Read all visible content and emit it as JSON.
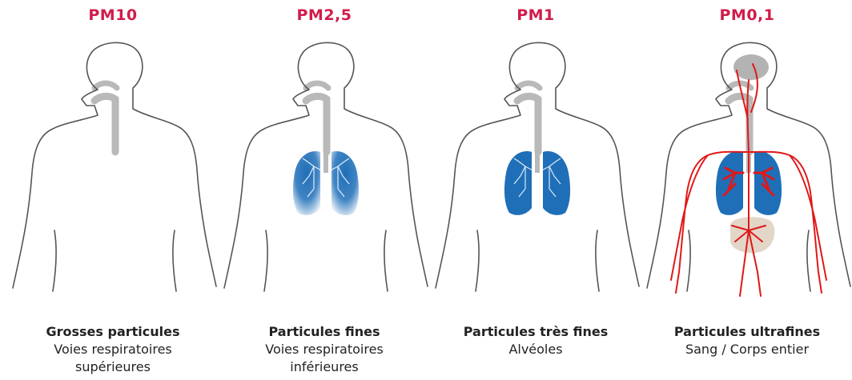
{
  "colors": {
    "accent": "#d11c4b",
    "lung": "#1f6fb8",
    "airway": "#b9b9b9",
    "blood": "#e01818",
    "organ": "#e2d6c8"
  },
  "panels": [
    {
      "label": "PM10",
      "title": "Grosses particules",
      "subtitle_1": "Voies respiratoires",
      "subtitle_2": "supérieures",
      "lungs": "none",
      "blood": false
    },
    {
      "label": "PM2,5",
      "title": "Particules fines",
      "subtitle_1": "Voies respiratoires",
      "subtitle_2": "inférieures",
      "lungs": "partial",
      "blood": false
    },
    {
      "label": "PM1",
      "title": "Particules très fines",
      "subtitle_1": "Alvéoles",
      "subtitle_2": "",
      "lungs": "full",
      "blood": false
    },
    {
      "label": "PM0,1",
      "title": "Particules ultrafines",
      "subtitle_1": "Sang / Corps entier",
      "subtitle_2": "",
      "lungs": "full",
      "blood": true
    }
  ]
}
